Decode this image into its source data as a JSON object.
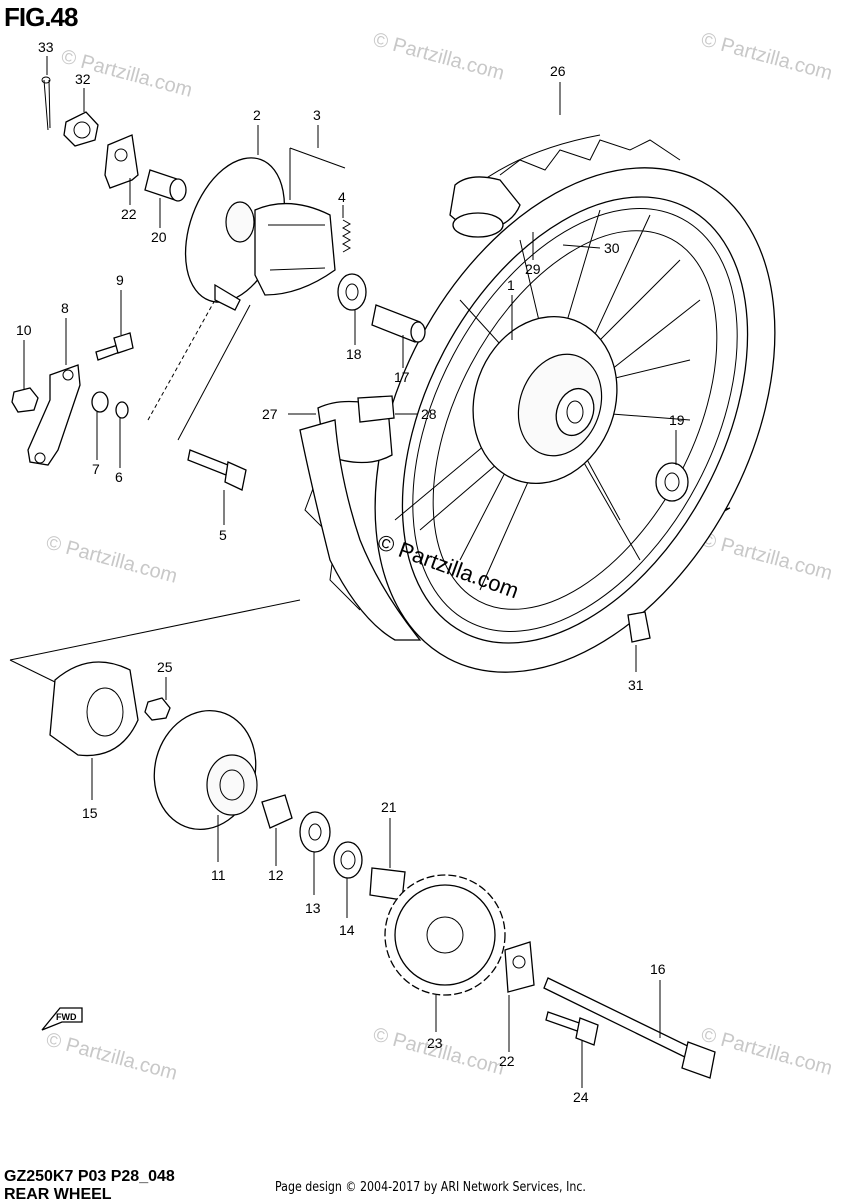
{
  "figure": {
    "title": "FIG.48"
  },
  "footer": {
    "model_code": "GZ250K7 P03 P28_048",
    "section_name": "REAR WHEEL",
    "credit": "Page design © 2004-2017 by ARI Network Services, Inc."
  },
  "watermark": {
    "text": "© Partzilla.com"
  },
  "fwd_label": "FWD",
  "callouts": [
    {
      "id": "c33",
      "label": "33"
    },
    {
      "id": "c32",
      "label": "32"
    },
    {
      "id": "c22a",
      "label": "22"
    },
    {
      "id": "c20",
      "label": "20"
    },
    {
      "id": "c2",
      "label": "2"
    },
    {
      "id": "c3",
      "label": "3"
    },
    {
      "id": "c4",
      "label": "4"
    },
    {
      "id": "c9",
      "label": "9"
    },
    {
      "id": "c8",
      "label": "8"
    },
    {
      "id": "c10",
      "label": "10"
    },
    {
      "id": "c7",
      "label": "7"
    },
    {
      "id": "c6",
      "label": "6"
    },
    {
      "id": "c5",
      "label": "5"
    },
    {
      "id": "c18",
      "label": "18"
    },
    {
      "id": "c17",
      "label": "17"
    },
    {
      "id": "c26",
      "label": "26"
    },
    {
      "id": "c29",
      "label": "29"
    },
    {
      "id": "c30",
      "label": "30"
    },
    {
      "id": "c1",
      "label": "1"
    },
    {
      "id": "c27",
      "label": "27"
    },
    {
      "id": "c28",
      "label": "28"
    },
    {
      "id": "c19",
      "label": "19"
    },
    {
      "id": "c31",
      "label": "31"
    },
    {
      "id": "c25",
      "label": "25"
    },
    {
      "id": "c15",
      "label": "15"
    },
    {
      "id": "c11",
      "label": "11"
    },
    {
      "id": "c12",
      "label": "12"
    },
    {
      "id": "c13",
      "label": "13"
    },
    {
      "id": "c14",
      "label": "14"
    },
    {
      "id": "c21",
      "label": "21"
    },
    {
      "id": "c23",
      "label": "23"
    },
    {
      "id": "c22b",
      "label": "22"
    },
    {
      "id": "c16",
      "label": "16"
    },
    {
      "id": "c24",
      "label": "24"
    }
  ]
}
